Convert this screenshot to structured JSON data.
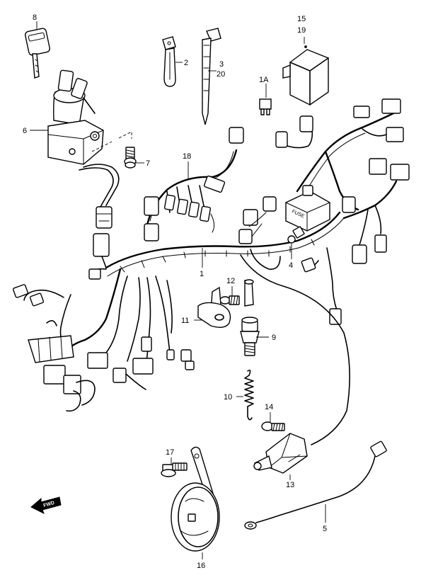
{
  "callouts": {
    "c8": "8",
    "c6": "6",
    "c7": "7",
    "c2": "2",
    "c3": "3",
    "c20": "20",
    "c15": "15",
    "c19": "19",
    "c1A": "1A",
    "c18": "18",
    "c1": "1",
    "c4": "4",
    "c12": "12",
    "c11": "11",
    "c9": "9",
    "c10": "10",
    "c14": "14",
    "c13": "13",
    "c17": "17",
    "c16": "16",
    "c5": "5"
  },
  "labels": {
    "fwd": "FWD",
    "fuse": "FUSE"
  }
}
